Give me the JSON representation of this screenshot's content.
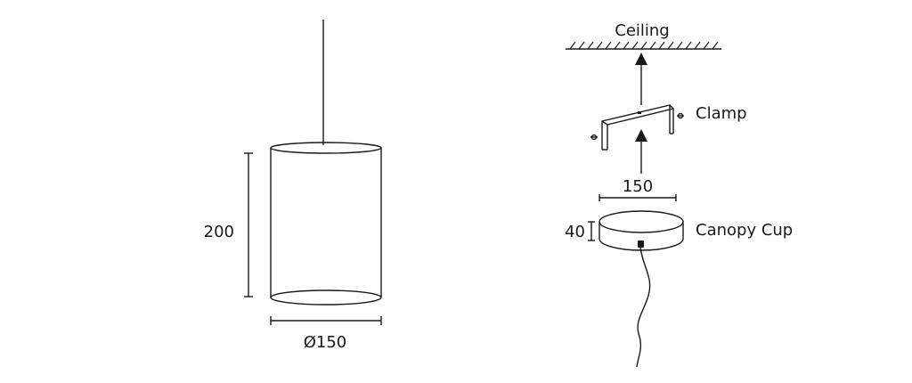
{
  "pendant": {
    "height_label": "200",
    "diameter_label": "Ø150"
  },
  "mounting": {
    "ceiling_label": "Ceiling",
    "clamp_label": "Clamp",
    "clamp_width_label": "150",
    "canopy_height_label": "40",
    "canopy_label": "Canopy Cup"
  },
  "colors": {
    "line": "#1a1a1a",
    "background": "#ffffff"
  }
}
